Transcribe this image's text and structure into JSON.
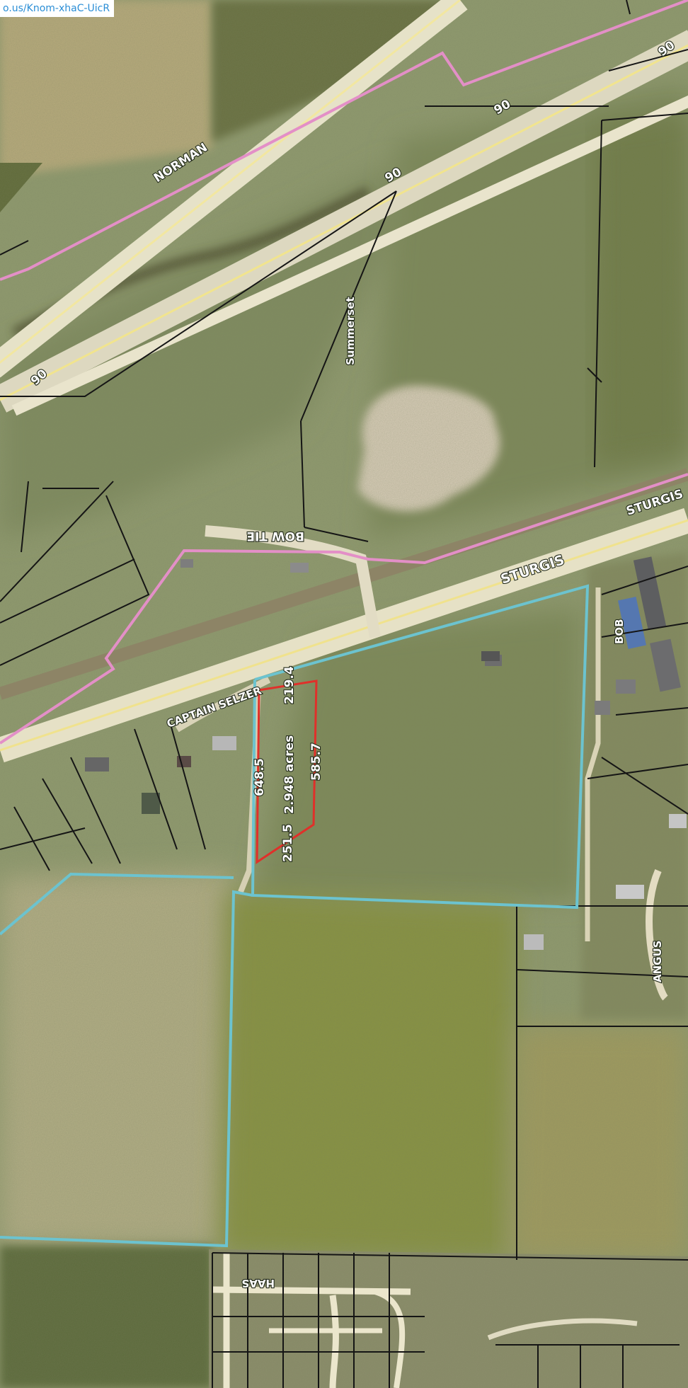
{
  "url_fragment": "o.us/Knom-xhaC-UicR",
  "colors": {
    "parcel_highlight": "#e0302a",
    "county_boundary": "#e38fc7",
    "district_boundary": "#6cc3cf",
    "parcel_lines": "#151515",
    "road_label": "#ffffff"
  },
  "road_labels": {
    "norman": "NORMAN",
    "i90_a": "90",
    "i90_b": "90",
    "i90_c": "90",
    "i90_d": "90",
    "summerset": "Summerset",
    "bow_tie": "BOW TIE",
    "sturgis_a": "STURGIS",
    "sturgis_b": "STURGIS",
    "bob": "BOB",
    "captain_selzer": "CAPTAIN SELZER",
    "angus": "ANGUS",
    "haas": "HAAS"
  },
  "parcel": {
    "acreage": "2.948 acres",
    "dim_top": "219.4",
    "dim_left": "648.5",
    "dim_bottom": "251.5",
    "dim_right": "585.7"
  }
}
